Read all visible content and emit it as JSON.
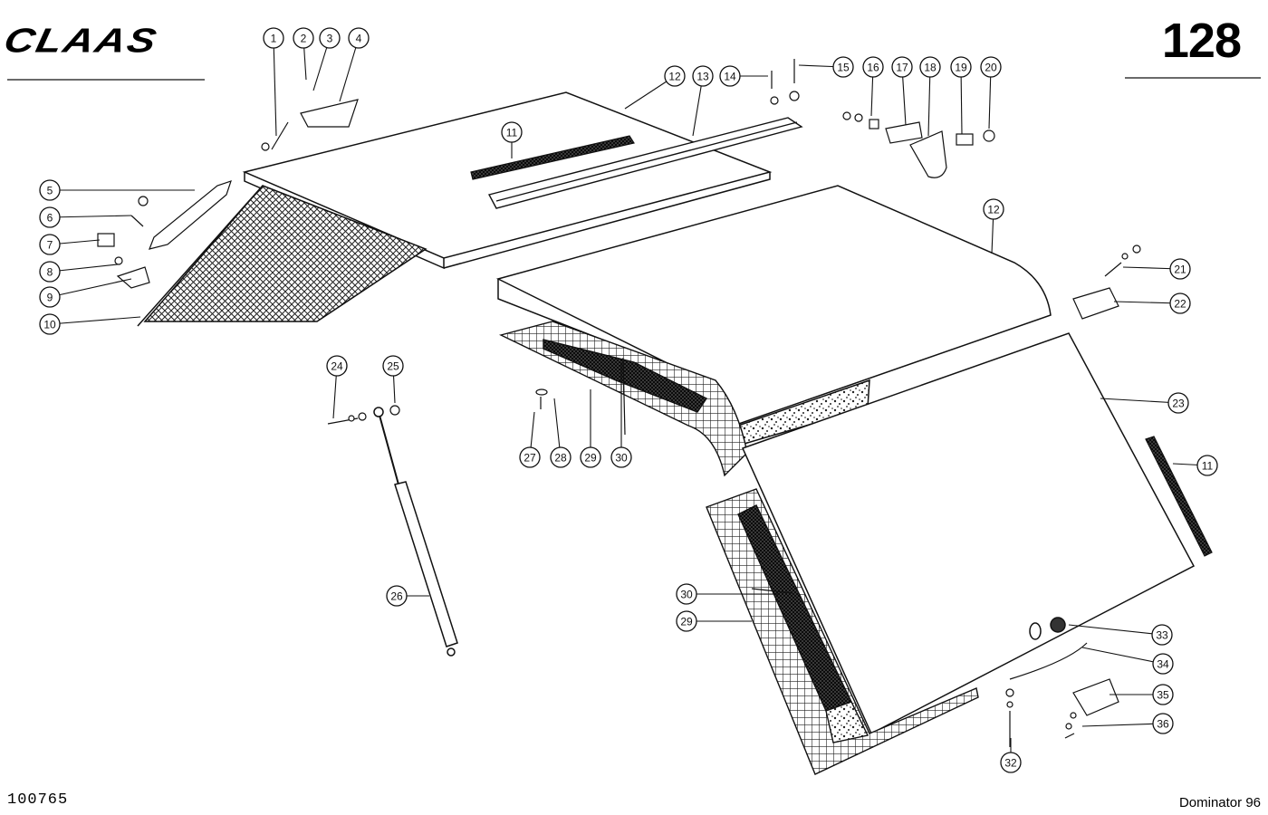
{
  "header": {
    "brand": "CLAAS",
    "page_number": "128"
  },
  "footer": {
    "document_number": "100765",
    "model": "Dominator 96"
  },
  "callouts": [
    "1",
    "2",
    "3",
    "4",
    "5",
    "6",
    "7",
    "8",
    "9",
    "10",
    "11",
    "12",
    "13",
    "14",
    "15",
    "16",
    "17",
    "18",
    "19",
    "20",
    "12",
    "21",
    "22",
    "23",
    "11",
    "24",
    "25",
    "26",
    "27",
    "28",
    "29",
    "30",
    "30",
    "29",
    "33",
    "34",
    "35",
    "36",
    "32"
  ],
  "colors": {
    "ink": "#111111",
    "paper": "#ffffff",
    "mesh": "#6b6b6b"
  }
}
